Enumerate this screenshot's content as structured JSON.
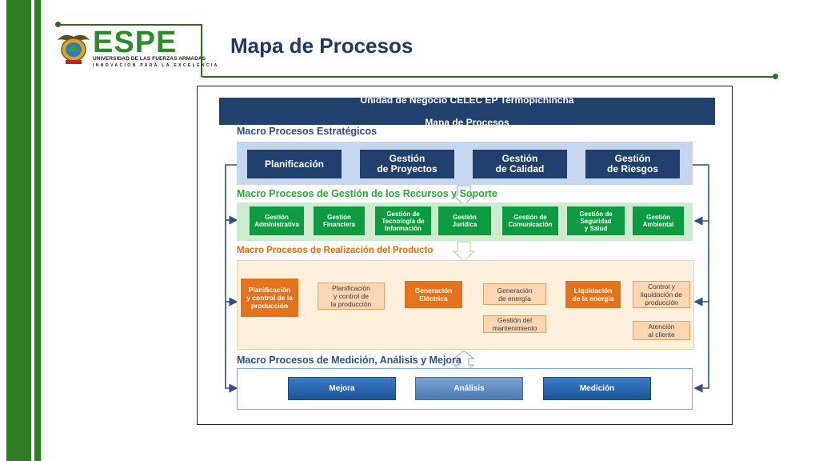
{
  "slide": {
    "title": "Mapa de Procesos"
  },
  "logo": {
    "brand": "ESPE",
    "university": "UNIVERSIDAD DE LAS FUERZAS ARMADAS",
    "motto": "INNOVACIÓN PARA LA EXCELENCIA"
  },
  "diagram": {
    "header_line1": "Unidad de Negocio CELEC EP Termopichincha",
    "header_line2": "Mapa de Procesos",
    "strategic": {
      "heading": "Macro Procesos Estratégicos",
      "items": [
        "Planificación",
        "Gestión\nde Proyectos",
        "Gestión\nde Calidad",
        "Gestión\nde Riesgos"
      ]
    },
    "support": {
      "heading": "Macro Procesos de Gestión de los Recursos y  Soporte",
      "items": [
        "Gestión\nAdministrativa",
        "Gestión\nFinanciera",
        "Gestión de\nTecnología de\nInformación",
        "Gestión\nJurídica",
        "Gestión de\nComunicación",
        "Gestión de\nSeguridad\ny Salud",
        "Gestión\nAmbiental"
      ]
    },
    "production": {
      "heading": "Macro Procesos de Realización del Producto",
      "items": [
        "Planificación\ny control de la\nproducción",
        "Planificación\ny control de\nla producción",
        "Generación\nEléctrica",
        "Generación\nde energía",
        "Gestión del\nmantenimiento",
        "Liquidación\nde la energía",
        "Control y\nliquidación de\nproducción",
        "Atención\nal cliente"
      ]
    },
    "measurement": {
      "heading": "Macro Procesos de Medición, Análisis  y  Mejora",
      "items": [
        "Mejora",
        "Análisis",
        "Medición"
      ]
    }
  },
  "colors": {
    "dark_green_bar": "#2f7d22",
    "navy": "#22406e",
    "green": "#0d9b42",
    "orange": "#e4731d",
    "orange_section_text": "#e36c0a"
  }
}
